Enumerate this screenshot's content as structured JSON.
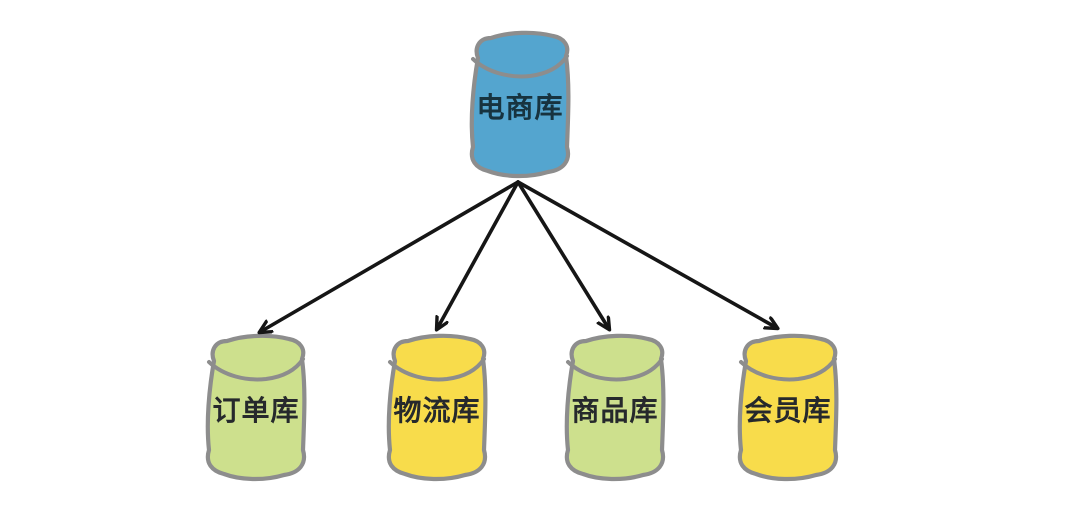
{
  "diagram": {
    "type": "tree",
    "background": "#ffffff",
    "outline_color": "#8d8d8d",
    "arrow_color": "#161616",
    "nodes": [
      {
        "id": "ecommerce-db",
        "label": "电商库",
        "shape": "database-cylinder",
        "fill": "#54a5cf",
        "text_color": "#17333f",
        "row": "top"
      },
      {
        "id": "order-db",
        "label": "订单库",
        "shape": "database-cylinder",
        "fill": "#cde08d",
        "text_color": "#26292c",
        "row": "bottom"
      },
      {
        "id": "logistics-db",
        "label": "物流库",
        "shape": "database-cylinder",
        "fill": "#f8dc4b",
        "text_color": "#26292c",
        "row": "bottom"
      },
      {
        "id": "product-db",
        "label": "商品库",
        "shape": "database-cylinder",
        "fill": "#cde08d",
        "text_color": "#26292c",
        "row": "bottom"
      },
      {
        "id": "member-db",
        "label": "会员库",
        "shape": "database-cylinder",
        "fill": "#f8dc4b",
        "text_color": "#26292c",
        "row": "bottom"
      }
    ],
    "edges": [
      {
        "from": "电商库",
        "to": "订单库",
        "style": "arrow"
      },
      {
        "from": "电商库",
        "to": "物流库",
        "style": "arrow"
      },
      {
        "from": "电商库",
        "to": "商品库",
        "style": "arrow"
      },
      {
        "from": "电商库",
        "to": "会员库",
        "style": "arrow"
      }
    ]
  }
}
